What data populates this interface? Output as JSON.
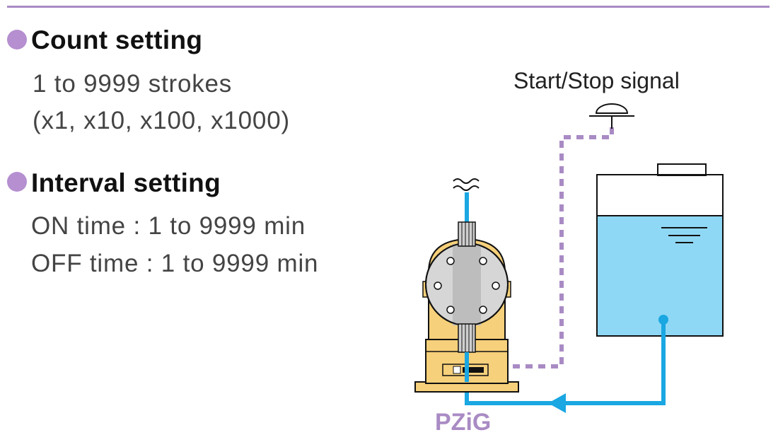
{
  "count": {
    "heading": "Count setting",
    "line1": "1 to 9999 strokes",
    "line2": "(x1, x10, x100, x1000)"
  },
  "interval": {
    "heading": "Interval setting",
    "line1": "ON time : 1 to 9999 min",
    "line2": "OFF time : 1 to 9999 min"
  },
  "diagram": {
    "signal_label": "Start/Stop signal",
    "pump_model": "PZiG"
  },
  "colors": {
    "accent_purple": "#a98bc4",
    "bullet_purple": "#b58fd0",
    "pipe_blue": "#1aa7e2",
    "liquid_blue": "#8fd8f5",
    "pump_yellow": "#f6d07a"
  }
}
